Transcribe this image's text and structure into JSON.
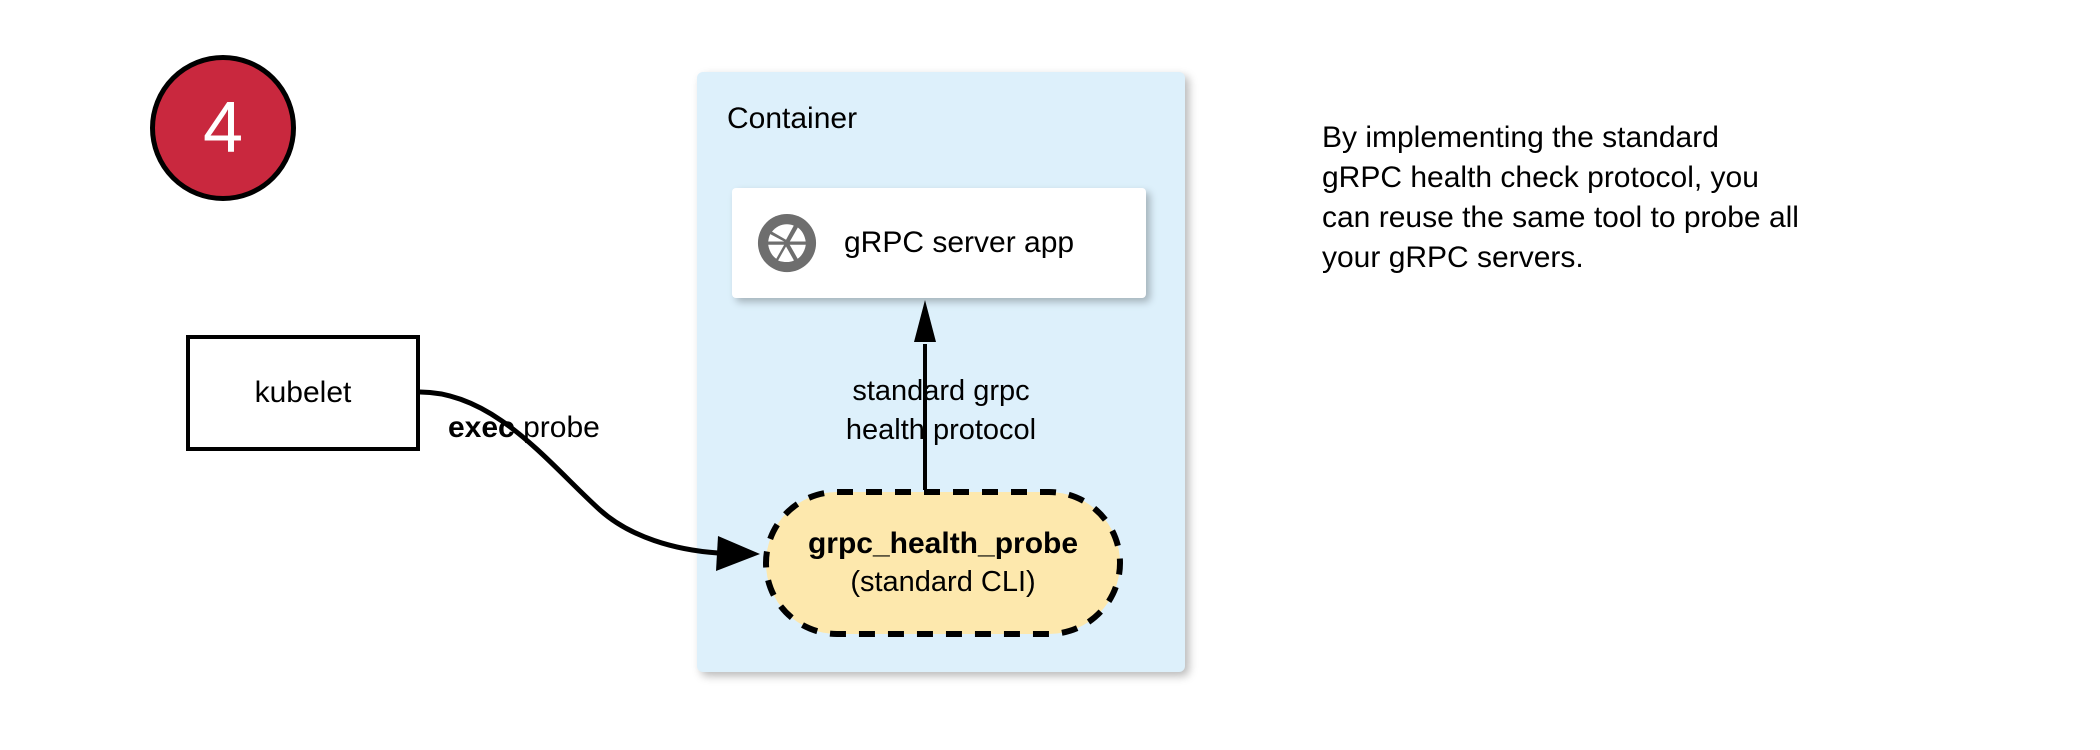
{
  "badge": {
    "number": "4",
    "fill_color": "#c9283e",
    "border_color": "#000000",
    "text_color": "#ffffff"
  },
  "container": {
    "label": "Container",
    "fill_color": "#ddf0fb"
  },
  "server_card": {
    "label": "gRPC server app",
    "icon": "grpc-aperture-icon",
    "icon_color": "#6e6e6e",
    "fill_color": "#ffffff"
  },
  "protocol_link": {
    "label": "standard grpc\nhealth protocol",
    "direction": "up"
  },
  "probe": {
    "title": "grpc_health_probe",
    "subtitle": "(standard CLI)",
    "fill_color": "#fde8ad",
    "border_color": "#000000",
    "border_style": "dashed"
  },
  "kubelet": {
    "label": "kubelet",
    "fill_color": "#ffffff",
    "border_color": "#000000"
  },
  "exec_link": {
    "label_bold": "exec",
    "label_rest": " probe"
  },
  "side_note": {
    "text": "By implementing the standard\ngRPC health check protocol, you\ncan reuse the same tool to probe all\nyour gRPC servers."
  }
}
